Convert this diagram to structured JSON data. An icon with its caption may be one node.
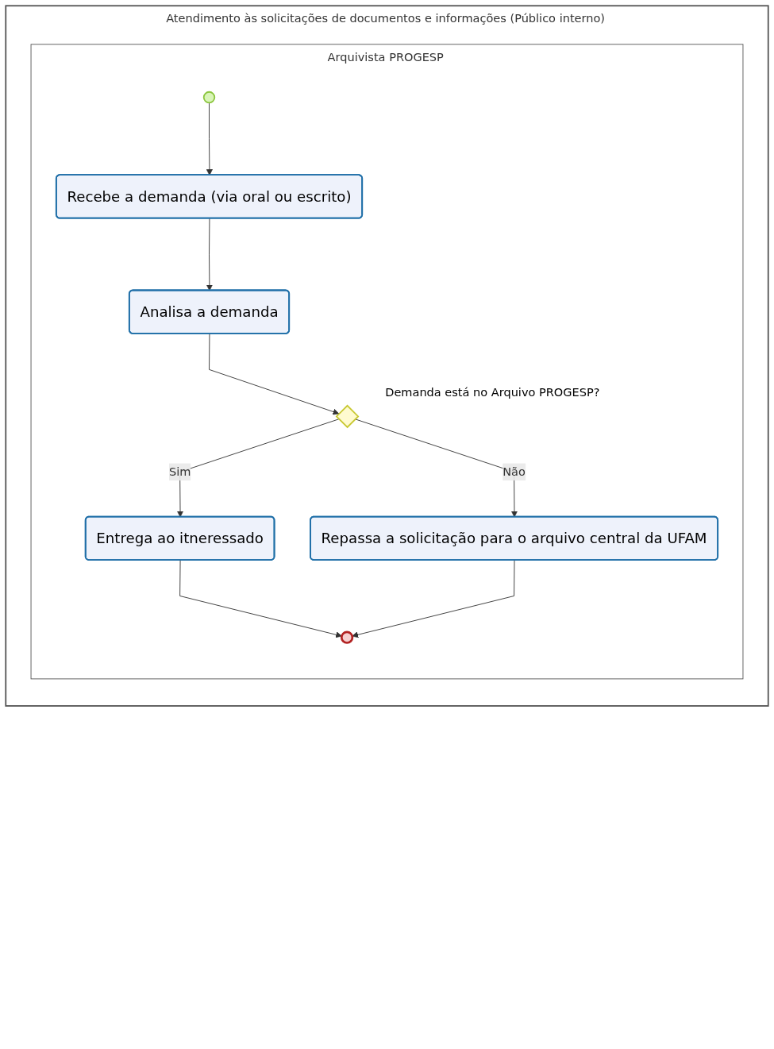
{
  "diagram": {
    "nodes": [
      {
        "text": [
          "Atendimento às solicitações de documentos e informações (Público interno)"
        ]
      },
      {
        "text": [
          "Arquivista PROGESP"
        ],
        "in": 0
      },
      {
        "text": [],
        "shape": "circle",
        "in": 1
      },
      {
        "text": [
          "Recebe a demanda (via oral ou escrito)"
        ],
        "in": 1
      },
      {
        "text": [
          "Analisa a demanda"
        ],
        "in": 1
      },
      {
        "text": [],
        "shape": "diamond",
        "beside": [
          "Demanda está no Arquivo PROGESP?"
        ],
        "in": 1
      },
      {
        "text": [
          "Entrega ao itneressado"
        ],
        "in": 1
      },
      {
        "text": [
          "Repassa a solicitação para o arquivo central da UFAM"
        ],
        "in": 1
      },
      {
        "text": [],
        "shape": "circle",
        "in": 1
      }
    ],
    "edges": [
      {
        "from": 2,
        "to": 3,
        "arrow": "to"
      },
      {
        "from": 3,
        "to": 4,
        "arrow": "to"
      },
      {
        "from": 4,
        "to": 5,
        "arrow": "to"
      },
      {
        "from": 5,
        "to": 6,
        "arrow": "to",
        "label": "Sim"
      },
      {
        "from": 5,
        "to": 7,
        "arrow": "to",
        "label": "Não"
      },
      {
        "from": 6,
        "to": 8,
        "arrow": "to"
      },
      {
        "from": 7,
        "to": 8,
        "arrow": "to"
      }
    ]
  }
}
